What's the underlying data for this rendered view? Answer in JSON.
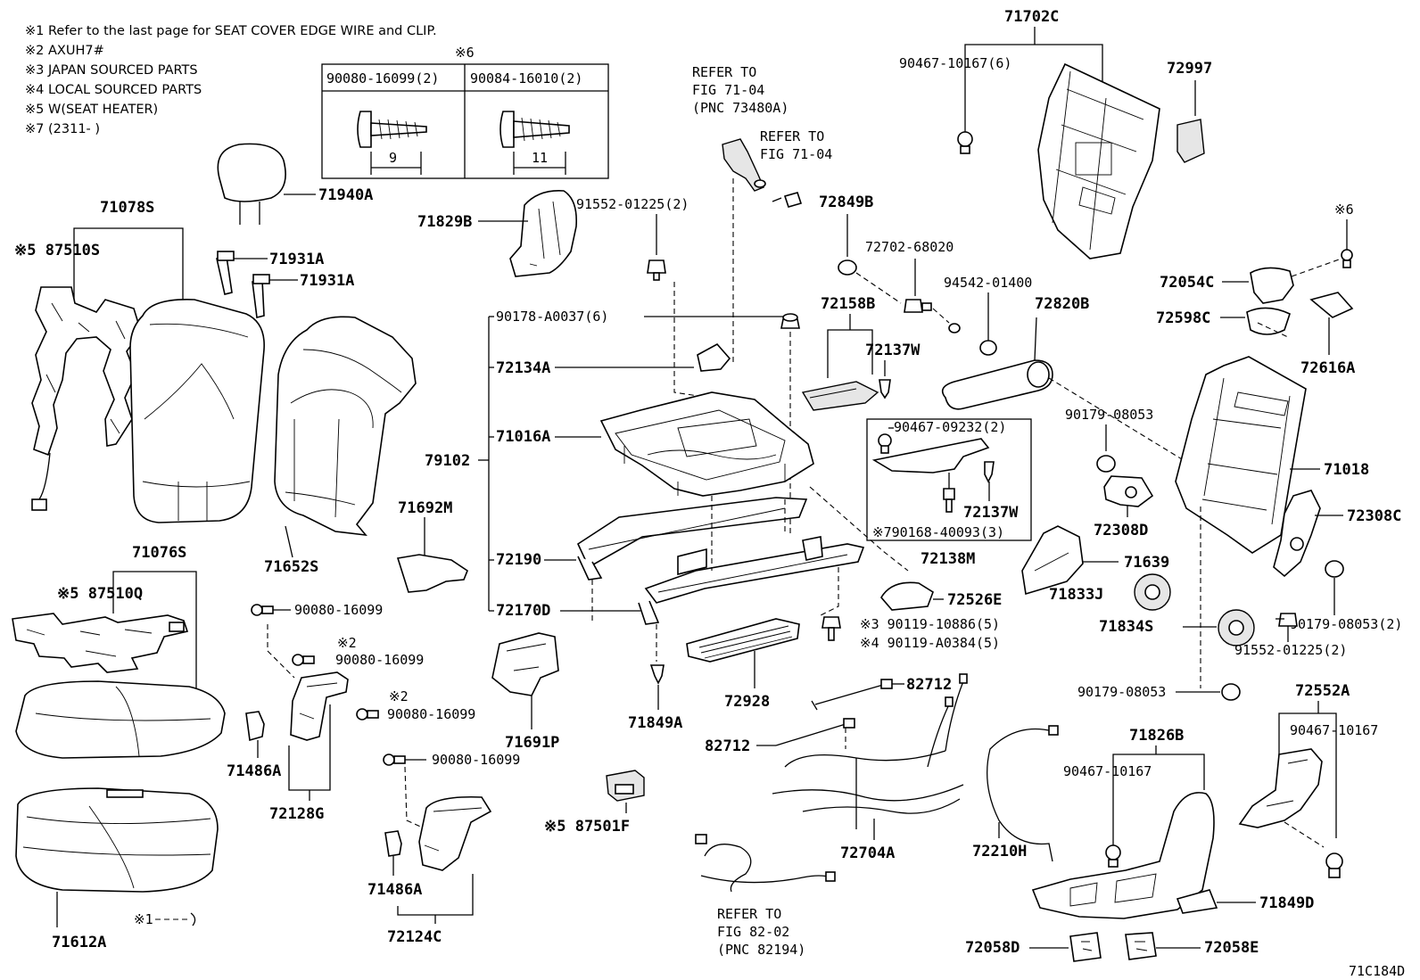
{
  "notes": [
    "※1 Refer to the last page for SEAT COVER EDGE WIRE and CLIP.",
    "※2 AXUH7#",
    "※3 JAPAN SOURCED PARTS",
    "※4 LOCAL SOURCED PARTS",
    "※5 W(SEAT HEATER)",
    "※7 (2311-      )"
  ],
  "inset_table": {
    "mark": "※6",
    "col1": "90080-16099(2)",
    "col2": "90084-16010(2)",
    "dim1": "9",
    "dim2": "11"
  },
  "labels": {
    "l71078S": "71078S",
    "l87510S": "※5 87510S",
    "l71940A": "71940A",
    "l71931A_1": "71931A",
    "l71931A_2": "71931A",
    "l71829B": "71829B",
    "l71652S": "71652S",
    "l71076S": "71076S",
    "l87510Q": "※5 87510Q",
    "l71612A": "71612A",
    "l_note1": "※1",
    "l90080_a": "90080-16099",
    "l90080_b_mark": "※2",
    "l90080_b": "90080-16099",
    "l90080_c_mark": "※2",
    "l90080_c": "90080-16099",
    "l90080_d": "90080-16099",
    "l71486A_1": "71486A",
    "l71486A_2": "71486A",
    "l72128G": "72128G",
    "l72124C": "72124C",
    "l71692M": "71692M",
    "l71691P": "71691P",
    "l87501F": "※5 87501F",
    "l79102": "79102",
    "l90178": "90178-A0037(6)",
    "l72134A": "72134A",
    "l71016A": "71016A",
    "l72190": "72190",
    "l72170D": "72170D",
    "l71849A": "71849A",
    "l72928": "72928",
    "l91552_a": "91552-01225(2)",
    "ref1_a": "REFER TO",
    "ref1_b": "FIG 71-04",
    "ref1_c": "(PNC 73480A)",
    "ref2_a": "REFER TO",
    "ref2_b": "FIG 71-04",
    "l72849B": "72849B",
    "l72702": "72702-68020",
    "l72158B": "72158B",
    "l72137W_1": "72137W",
    "l94542": "94542-01400",
    "l72820B": "72820B",
    "l90467_09232": "90467-09232(2)",
    "l72137W_2": "72137W",
    "l790168": "※790168-40093(3)",
    "l72138M": "72138M",
    "l72526E": "72526E",
    "l90119_a": "※3 90119-10886(5)",
    "l90119_b": "※4 90119-A0384(5)",
    "l82712_1": "82712",
    "l82712_2": "82712",
    "l72704A": "72704A",
    "ref3_a": "REFER TO",
    "ref3_b": "FIG 82-02",
    "ref3_c": "(PNC 82194)",
    "l71702C": "71702C",
    "l90467_10167_6": "90467-10167(6)",
    "l72997": "72997",
    "l_note6": "※6",
    "l72054C": "72054C",
    "l72598C": "72598C",
    "l72616A": "72616A",
    "l90179_a": "90179-08053",
    "l71018": "71018",
    "l72308C": "72308C",
    "l72308D": "72308D",
    "l71639": "71639",
    "l71833J": "71833J",
    "l71834S": "71834S",
    "l90179_b": "90179-08053(2)",
    "l91552_b": "91552-01225(2)",
    "l90179_c": "90179-08053",
    "l72552A": "72552A",
    "l71826B": "71826B",
    "l90467_10167_a": "90467-10167",
    "l90467_10167_b": "90467-10167",
    "l72210H": "72210H",
    "l71849D": "71849D",
    "l72058D": "72058D",
    "l72058E": "72058E",
    "fig_code": "71C184D"
  }
}
